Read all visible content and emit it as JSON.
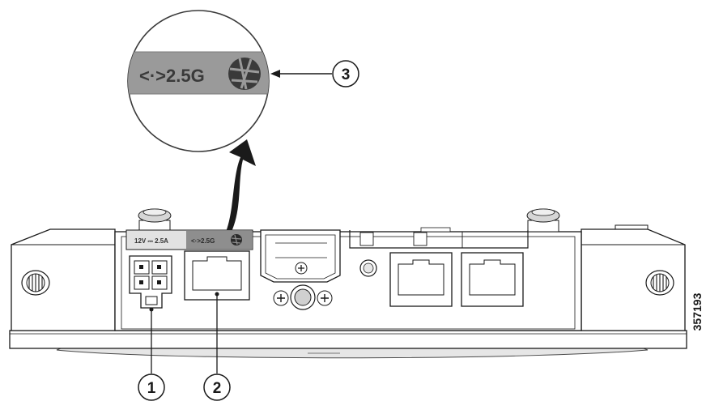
{
  "figure_id": "357193",
  "label_bar": {
    "power_rating": "12V ⎓ 2.5A",
    "speed_label": "<·>2.5G"
  },
  "magnifier": {
    "speed_label": "<·>2.5G"
  },
  "callouts": [
    {
      "number": "1"
    },
    {
      "number": "2"
    },
    {
      "number": "3"
    }
  ],
  "icons": {
    "multigig": "network-globe-icon",
    "dc_power": "dc-power-connector-icon",
    "ethernet": "rj45-port-icon",
    "antenna": "antenna-connector-icon"
  },
  "colors": {
    "outline": "#1a1a1a",
    "label_strip": "#8e8e8e",
    "label_light": "#e2e2e2",
    "device_fill": "#ffffff",
    "shadow": "#d8d8d8"
  }
}
